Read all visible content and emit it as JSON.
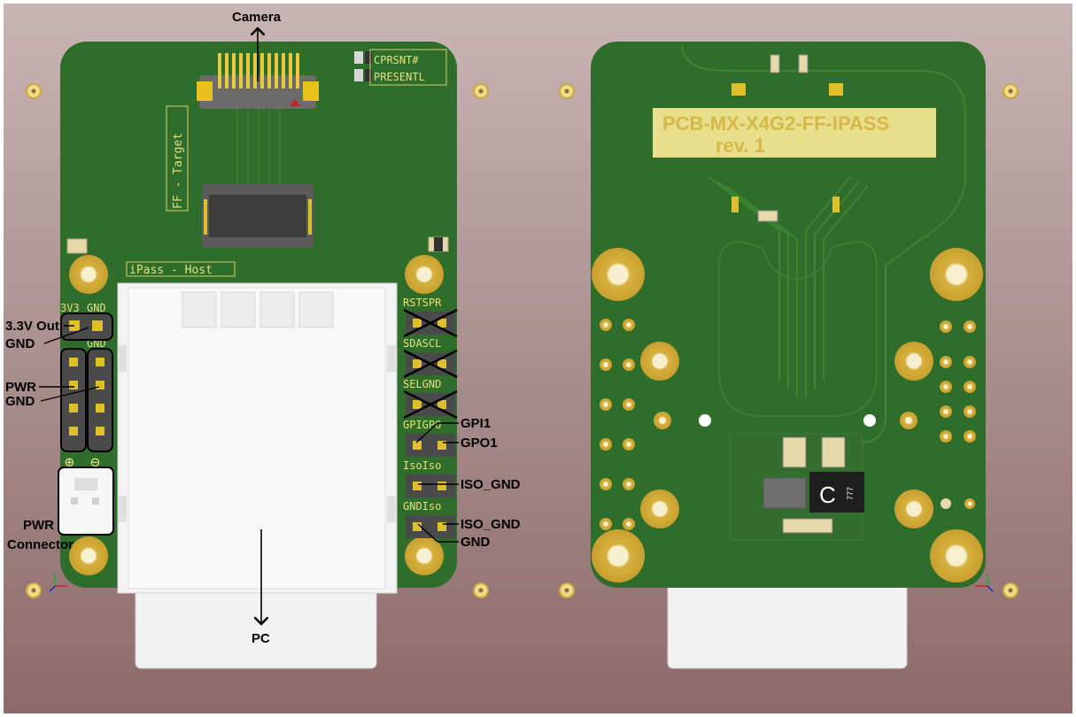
{
  "annotations": {
    "camera": "Camera",
    "pc": "PC",
    "out_3v3": "3.3V Out",
    "gnd_top": "GND",
    "pwr": "PWR",
    "gnd_pwr": "GND",
    "pwr_connector_1": "PWR",
    "pwr_connector_2": "Connector",
    "gpi1": "GPI1",
    "gpo1": "GPO1",
    "iso_gnd_1": "ISO_GND",
    "iso_gnd_2": "ISO_GND",
    "gnd_bottom": "GND"
  },
  "front_silkscreen": {
    "cprsnt": "CPRSNT#",
    "presentl": "PRESENTL",
    "ff_target": "FF - Target",
    "ipass_host": "iPass - Host",
    "hdr_3v3": "3V3",
    "hdr_gnd": "GND",
    "hdr_gnd2": "GND",
    "plus": "⊕",
    "minus": "⊖",
    "pin_rows": [
      "RSTSPR",
      "SDASCL",
      "SELGND",
      "GPIGPO",
      "IsoIso",
      "GNDIso"
    ]
  },
  "back_silkscreen": {
    "board_name": "PCB-MX-X4G2-FF-IPASS",
    "revision": "rev. 1"
  },
  "colors": {
    "pcb": "#2e6b2a",
    "silkscreen": "#e9df7c",
    "gold": "#d9b23a",
    "connector": "#f1f1f1",
    "background_top": "#c8b3b3",
    "background_bottom": "#8d6b6b"
  }
}
